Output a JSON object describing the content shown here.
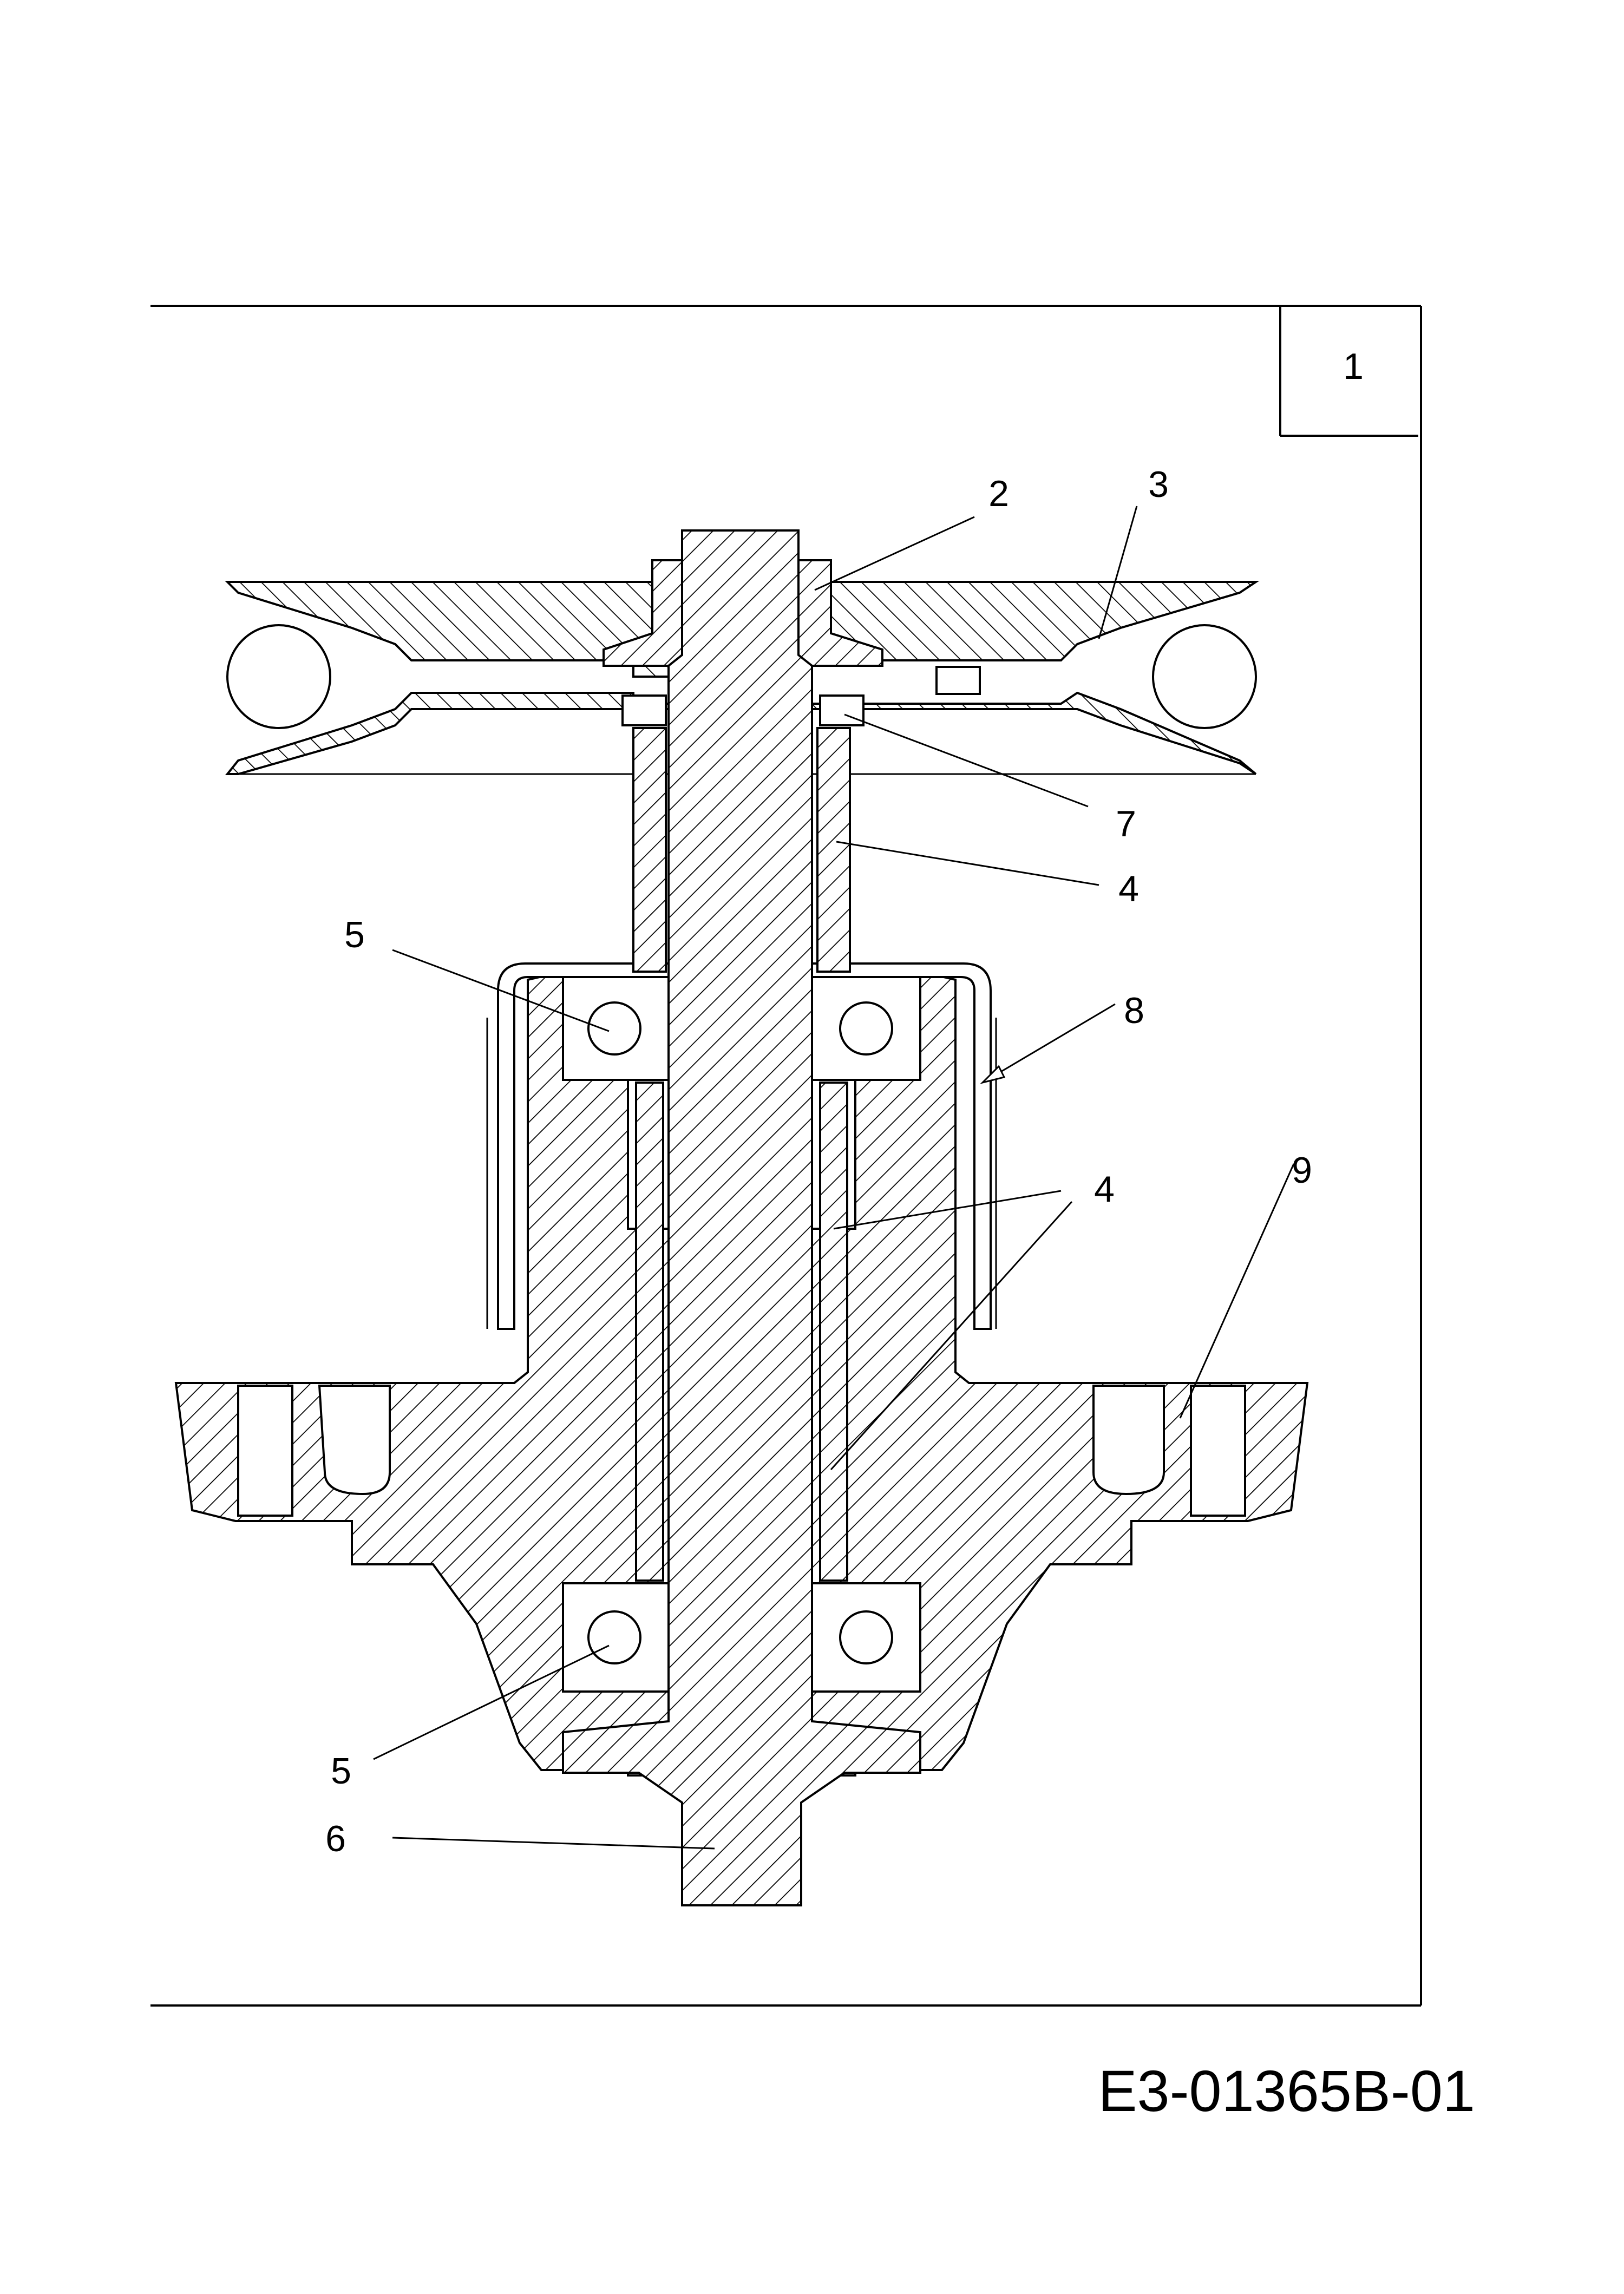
{
  "frame": {
    "item_number": "1"
  },
  "callouts": [
    {
      "id": "c2",
      "label": "2"
    },
    {
      "id": "c3",
      "label": "3"
    },
    {
      "id": "c7",
      "label": "7"
    },
    {
      "id": "c4a",
      "label": "4"
    },
    {
      "id": "c5a",
      "label": "5"
    },
    {
      "id": "c8",
      "label": "8"
    },
    {
      "id": "c4b",
      "label": "4"
    },
    {
      "id": "c9",
      "label": "9"
    },
    {
      "id": "c5b",
      "label": "5"
    },
    {
      "id": "c6",
      "label": "6"
    }
  ],
  "drawing_number": "E3-01365B-01"
}
